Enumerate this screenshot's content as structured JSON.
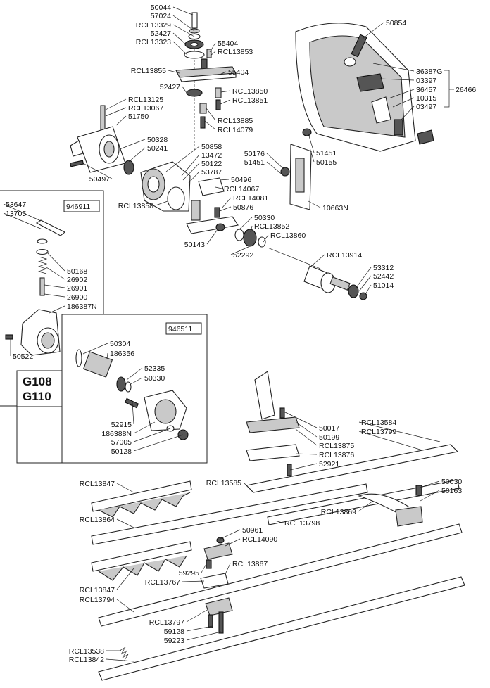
{
  "diagram": {
    "models": [
      "G108",
      "G110"
    ],
    "kits": [
      "946911",
      "946511"
    ],
    "group_label": "26466",
    "labels": [
      "50044",
      "57024",
      "RCL13329",
      "52427",
      "RCL13323",
      "55404",
      "RCL13853",
      "RCL13855",
      "55404",
      "52427",
      "RCL13850",
      "RCL13851",
      "RCL13885",
      "RCL14079",
      "RCL13125",
      "RCL13067",
      "51750",
      "50328",
      "50241",
      "50497",
      "50858",
      "13472",
      "50122",
      "53787",
      "50496",
      "RCL14067",
      "RCL14081",
      "50876",
      "RCL13858",
      "50330",
      "RCL13852",
      "RCL13860",
      "50143",
      "52292",
      "50854",
      "36387G",
      "03397",
      "36457",
      "10315",
      "03497",
      "50176",
      "51451",
      "51451",
      "50155",
      "10663N",
      "RCL13914",
      "53312",
      "52442",
      "51014",
      "53647",
      "13705",
      "50168",
      "26902",
      "26901",
      "26900",
      "186387N",
      "50522",
      "50304",
      "186356",
      "52335",
      "50330",
      "52915",
      "186388N",
      "57005",
      "50128",
      "50017",
      "50199",
      "RCL13875",
      "RCL13876",
      "52921",
      "RCL13584",
      "RCL13799",
      "RCL13585",
      "50030",
      "50163",
      "RCL13847",
      "RCL13869",
      "RCL13864",
      "RCL13798",
      "50961",
      "RCL14090",
      "59295",
      "RCL13867",
      "RCL13847",
      "RCL13767",
      "RCL13794",
      "RCL13797",
      "59128",
      "59223",
      "RCL13538",
      "RCL13842"
    ]
  }
}
